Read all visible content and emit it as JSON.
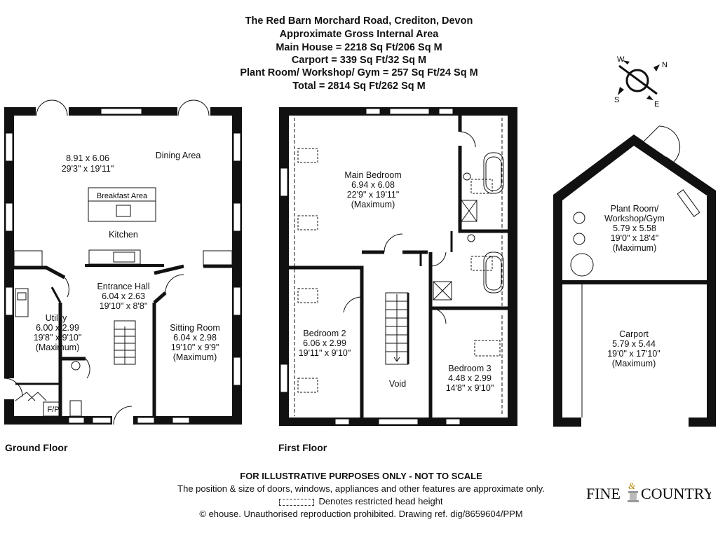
{
  "header": {
    "property": "The Red Barn Morchard Road, Crediton, Devon",
    "subtitle": "Approximate Gross Internal Area",
    "main_house": "Main House = 2218 Sq Ft/206 Sq M",
    "carport": "Carport = 339 Sq Ft/32 Sq M",
    "plant_room": "Plant Room/ Workshop/ Gym = 257 Sq Ft/24 Sq M",
    "total": "Total = 2814 Sq Ft/262 Sq M"
  },
  "compass": {
    "w": "W",
    "n": "N",
    "s": "S",
    "e": "E"
  },
  "ground_floor": {
    "label": "Ground Floor",
    "kitchen_dining": {
      "metric": "8.91 x 6.06",
      "imperial": "29'3\" x 19'11\""
    },
    "dining_area": "Dining Area",
    "breakfast_area": "Breakfast Area",
    "kitchen": "Kitchen",
    "entrance_hall": {
      "name": "Entrance Hall",
      "metric": "6.04 x 2.63",
      "imperial": "19'10\" x 8'8\""
    },
    "utility": {
      "name": "Utility",
      "metric": "6.00 x 2.99",
      "imperial": "19'8\" x 9'10\"",
      "note": "(Maximum)"
    },
    "sitting_room": {
      "name": "Sitting Room",
      "metric": "6.04 x 2.98",
      "imperial": "19'10\" x 9'9\"",
      "note": "(Maximum)"
    },
    "fp": "F/P"
  },
  "first_floor": {
    "label": "First Floor",
    "main_bedroom": {
      "name": "Main Bedroom",
      "metric": "6.94 x 6.08",
      "imperial": "22'9\" x 19'11\"",
      "note": "(Maximum)"
    },
    "bedroom2": {
      "name": "Bedroom 2",
      "metric": "6.06 x 2.99",
      "imperial": "19'11\" x 9'10\""
    },
    "bedroom3": {
      "name": "Bedroom 3",
      "metric": "4.48 x 2.99",
      "imperial": "14'8\" x 9'10\""
    },
    "void": "Void"
  },
  "outbuilding": {
    "plant_room": {
      "name1": "Plant Room/",
      "name2": "Workshop/Gym",
      "metric": "5.79 x 5.58",
      "imperial": "19'0\" x 18'4\"",
      "note": "(Maximum)"
    },
    "carport": {
      "name": "Carport",
      "metric": "5.79 x 5.44",
      "imperial": "19'0\" x 17'10\"",
      "note": "(Maximum)"
    }
  },
  "footer": {
    "disclaimer": "FOR ILLUSTRATIVE PURPOSES ONLY - NOT TO SCALE",
    "note": "The position & size of doors, windows, appliances and other features are approximate only.",
    "legend": "Denotes restricted head height",
    "copyright": "© ehouse. Unauthorised reproduction prohibited. Drawing ref. dig/8659604/PPM"
  },
  "brand": {
    "left": "FINE",
    "amp": "&",
    "right": "COUNTRY"
  }
}
